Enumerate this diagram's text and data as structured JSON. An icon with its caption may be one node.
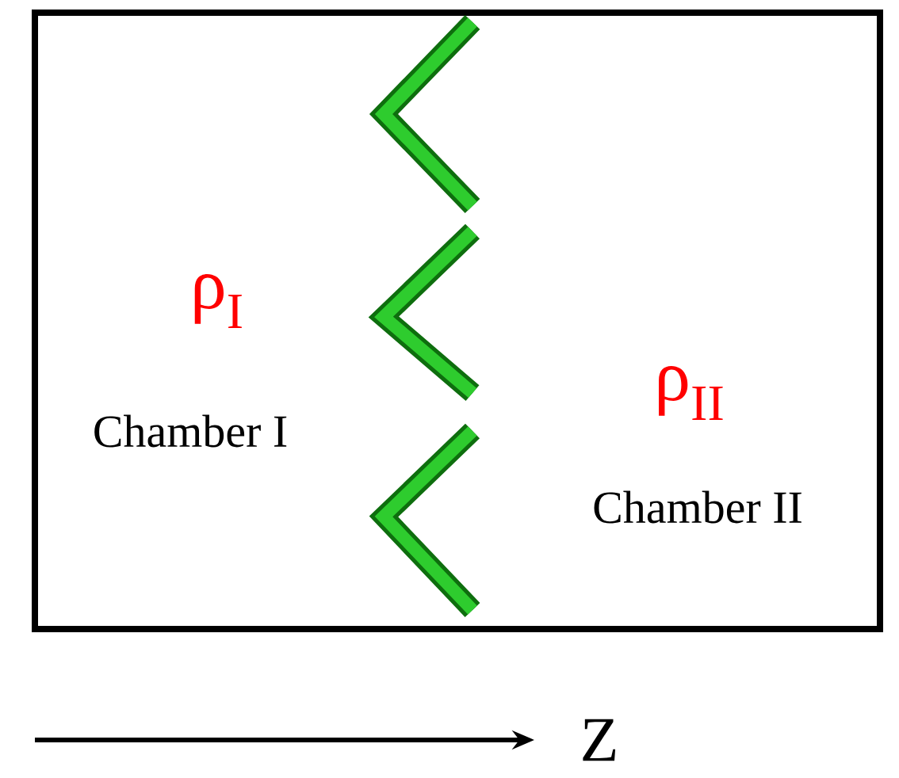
{
  "diagram": {
    "labels": [
      "ρ$_{I}$",
      "Chamber I",
      "ρ$_{II}$",
      "Chamber II",
      "Z"
    ]
  }
}
